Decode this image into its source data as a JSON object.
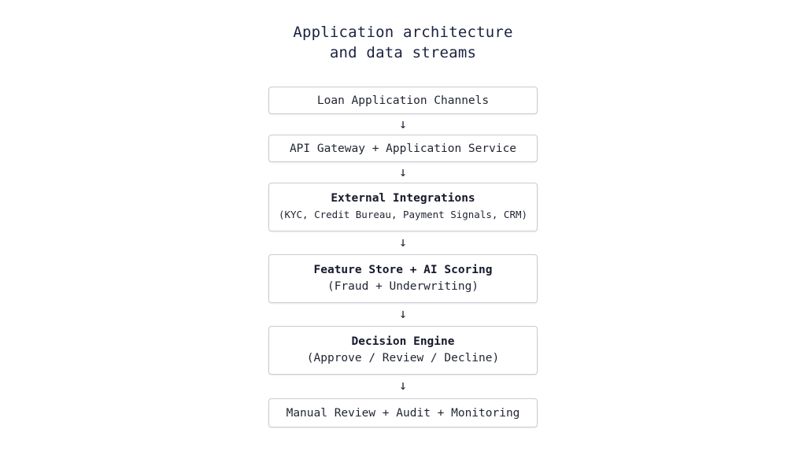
{
  "title": {
    "line1": "Application architecture",
    "line2": "and data streams"
  },
  "nodes": [
    {
      "label": "Loan Application Channels",
      "detail": ""
    },
    {
      "label": "API Gateway + Application Service",
      "detail": ""
    },
    {
      "label": "External Integrations",
      "detail": "(KYC, Credit Bureau, Payment Signals, CRM)"
    },
    {
      "label": "Feature Store + AI Scoring",
      "detail": "(Fraud + Underwriting)"
    },
    {
      "label": "Decision Engine",
      "detail": "(Approve / Review / Decline)"
    },
    {
      "label": "Manual Review + Audit + Monitoring",
      "detail": ""
    }
  ],
  "connector": "↓"
}
